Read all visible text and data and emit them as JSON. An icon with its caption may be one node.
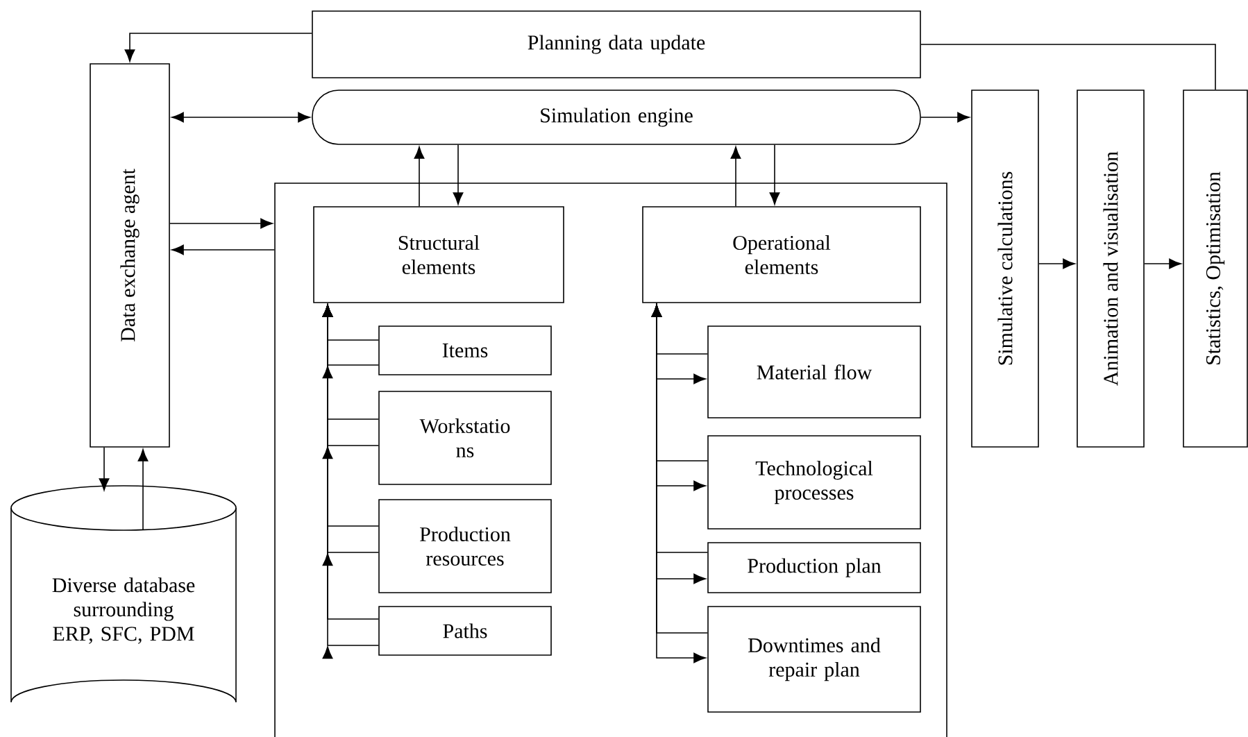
{
  "diagram": {
    "nodes": [
      {
        "text": [
          "Planning data update"
        ]
      },
      {
        "text": [
          "Data exchange agent"
        ]
      },
      {
        "text": [
          "Simulation engine"
        ]
      },
      {
        "text": [],
        "shape": "box"
      },
      {
        "text": [
          "Structural elements"
        ],
        "in": 3
      },
      {
        "text": [
          "Items"
        ],
        "in": 3
      },
      {
        "text": [
          "Workstatio ns"
        ],
        "in": 3
      },
      {
        "text": [
          "Production resources"
        ],
        "in": 3
      },
      {
        "text": [
          "Paths"
        ],
        "in": 3
      },
      {
        "text": [
          "Operational elements"
        ],
        "in": 3
      },
      {
        "text": [
          "Material flow"
        ],
        "in": 3
      },
      {
        "text": [
          "Technological processes"
        ],
        "in": 3
      },
      {
        "text": [
          "Production plan"
        ],
        "in": 3
      },
      {
        "text": [
          "Downtimes and repair plan"
        ],
        "in": 3
      },
      {
        "text": [
          "Simulative calculations"
        ]
      },
      {
        "text": [
          "Animation and visualisation"
        ]
      },
      {
        "text": [
          "Statistics, Optimisation"
        ]
      },
      {
        "text": [
          "Diverse database surrounding ERP, SFC, PDM"
        ]
      }
    ],
    "edges": [
      {
        "from": 0,
        "to": 1,
        "arrow": "to"
      },
      {
        "from": 16,
        "to": 0,
        "arrow": "none"
      },
      {
        "from": 1,
        "to": 2,
        "arrow": "both"
      },
      {
        "from": 2,
        "to": 14,
        "arrow": "to"
      },
      {
        "from": 4,
        "to": 2,
        "arrow": "to"
      },
      {
        "from": 2,
        "to": 4,
        "arrow": "to"
      },
      {
        "from": 9,
        "to": 2,
        "arrow": "to"
      },
      {
        "from": 2,
        "to": 9,
        "arrow": "to"
      },
      {
        "from": 1,
        "to": 3,
        "arrow": "to"
      },
      {
        "from": 3,
        "to": 1,
        "arrow": "to"
      },
      {
        "from": 1,
        "to": 17,
        "arrow": "to"
      },
      {
        "from": 17,
        "to": 1,
        "arrow": "to"
      },
      {
        "from": 14,
        "to": 15,
        "arrow": "to"
      },
      {
        "from": 15,
        "to": 16,
        "arrow": "to"
      },
      {
        "from": 5,
        "to": 4,
        "arrow": "to"
      },
      {
        "from": 5,
        "to": 4,
        "arrow": "to"
      },
      {
        "from": 6,
        "to": 4,
        "arrow": "to"
      },
      {
        "from": 6,
        "to": 4,
        "arrow": "to"
      },
      {
        "from": 7,
        "to": 4,
        "arrow": "to"
      },
      {
        "from": 7,
        "to": 4,
        "arrow": "to"
      },
      {
        "from": 8,
        "to": 4,
        "arrow": "to"
      },
      {
        "from": 8,
        "to": 4,
        "arrow": "to"
      },
      {
        "from": 10,
        "to": 9,
        "arrow": "to"
      },
      {
        "from": 9,
        "to": 10,
        "arrow": "to"
      },
      {
        "from": 11,
        "to": 9,
        "arrow": "to"
      },
      {
        "from": 9,
        "to": 11,
        "arrow": "to"
      },
      {
        "from": 12,
        "to": 9,
        "arrow": "to"
      },
      {
        "from": 9,
        "to": 12,
        "arrow": "to"
      },
      {
        "from": 13,
        "to": 9,
        "arrow": "to"
      },
      {
        "from": 9,
        "to": 13,
        "arrow": "to"
      }
    ]
  }
}
